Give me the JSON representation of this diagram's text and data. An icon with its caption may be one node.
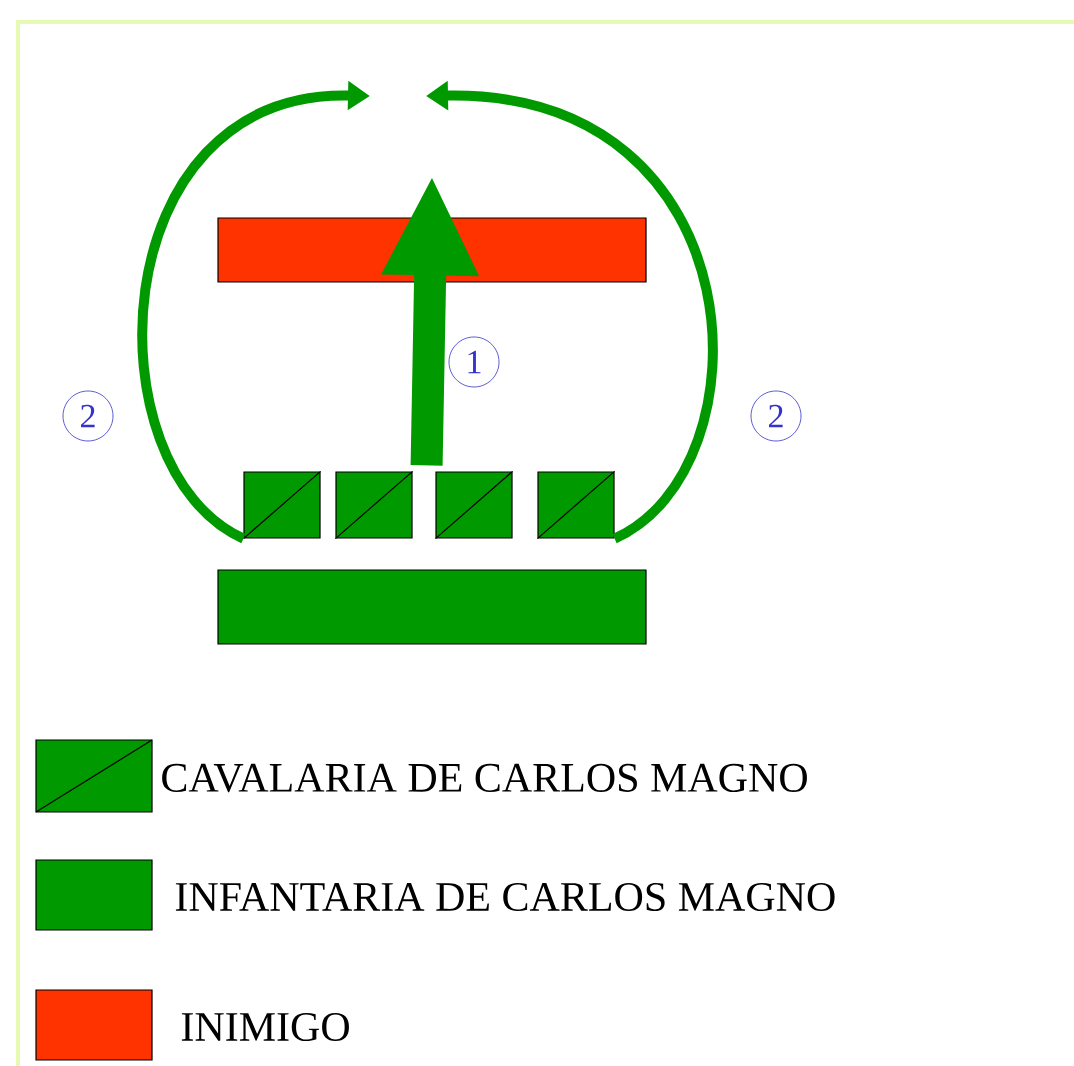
{
  "diagram": {
    "nodes": [
      {
        "text": [],
        "shape": "bar"
      },
      {
        "text": [],
        "shape": "box"
      },
      {
        "text": [],
        "shape": "box"
      },
      {
        "text": [],
        "shape": "box"
      },
      {
        "text": [],
        "shape": "box"
      },
      {
        "text": [],
        "shape": "bar"
      }
    ],
    "edges": [
      {
        "from": 2,
        "to": 0,
        "arrow": "to",
        "label": "1",
        "style": "thick"
      },
      {
        "from": 1,
        "to": null,
        "arrow": "to",
        "label": "2"
      },
      {
        "from": 4,
        "to": null,
        "arrow": "to",
        "label": "2"
      }
    ],
    "legend": [
      {
        "text": "CAVALARIA DE CARLOS MAGNO",
        "color": "#009900"
      },
      {
        "text": "INFANTARIA DE CARLOS MAGNO",
        "color": "#009900"
      },
      {
        "text": "INIMIGO",
        "color": "#ff3300"
      }
    ]
  }
}
